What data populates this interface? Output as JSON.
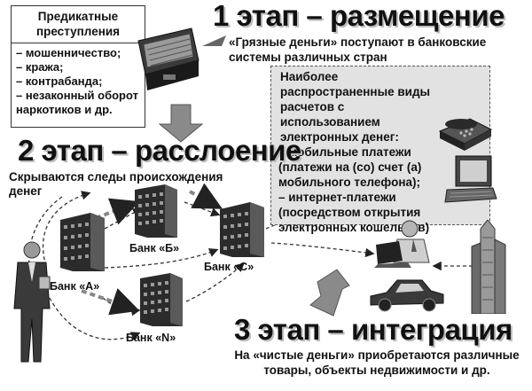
{
  "predicate_box": {
    "heading": "Предикатные преступления",
    "items": [
      "– мошенничество;",
      "– кража;",
      "– контрабанда;",
      "– незаконный оборот наркотиков и др."
    ]
  },
  "stage1": {
    "title": "1 этап – размещение",
    "description": "«Грязные деньги» поступают в банковские системы различных стран"
  },
  "payments_box": {
    "heading": "Наиболее распространенные виды расчетов с использованием электронных денег:",
    "items": [
      "– мобильные платежи (платежи на (со) счет (а) мобильного телефона);",
      "– интернет-платежи (посредством открытия электронных кошельков)"
    ]
  },
  "stage2": {
    "title": "2 этап – расслоение",
    "description": "Скрываются следы происхождения денег"
  },
  "banks": {
    "a": "Банк «А»",
    "b": "Банк «Б»",
    "c": "Банк «С»",
    "n": "Банк «N»"
  },
  "stage3": {
    "title": "3 этап – интеграция",
    "description": "На «чистые деньги» приобретаются различные товары, объекты недвижимости и др."
  },
  "colors": {
    "box_fill": "#ffffff",
    "payments_fill": "#e2e2e2",
    "arrow": "#777777",
    "ink": "#111111"
  }
}
